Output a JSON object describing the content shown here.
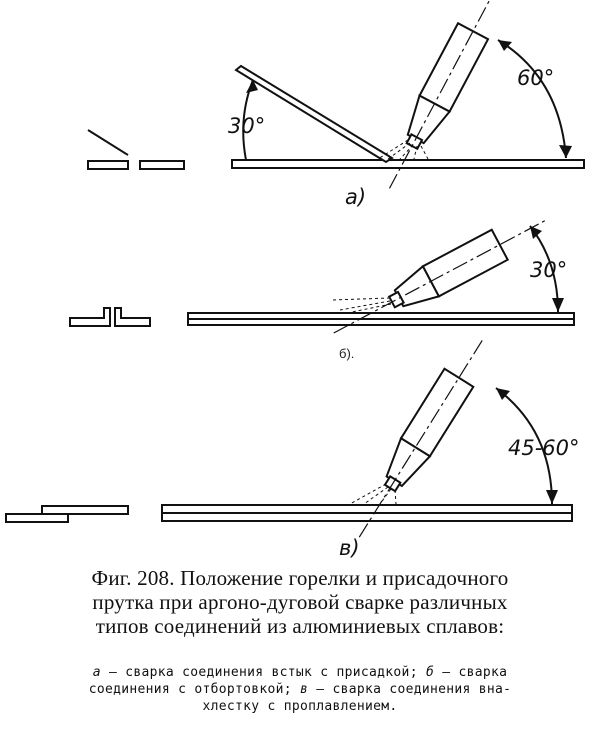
{
  "figure": {
    "panel_a": {
      "angle_top": "60°",
      "angle_rod": "30°",
      "label": "a)"
    },
    "panel_b": {
      "angle": "30°",
      "label": "б)."
    },
    "panel_c": {
      "angle": "45-60°",
      "label": "в)"
    }
  },
  "caption": {
    "title_line1": "Фиг. 208. Положение горелки и присадочного",
    "title_line2": "прутка при аргоно-дуговой сварке различных",
    "title_line3": "типов соединений из алюминиевых сплавов:",
    "legend_a_marker": "а",
    "legend_a_text": " — сварка соединения встык с присадкой;",
    "legend_b_marker": "б",
    "legend_b_text": " — сварка",
    "legend_line2": "соединения с отбортовкой;",
    "legend_c_marker": "в",
    "legend_c_text": " — сварка соединения вна-",
    "legend_line3": "хлестку с проплавлением."
  }
}
